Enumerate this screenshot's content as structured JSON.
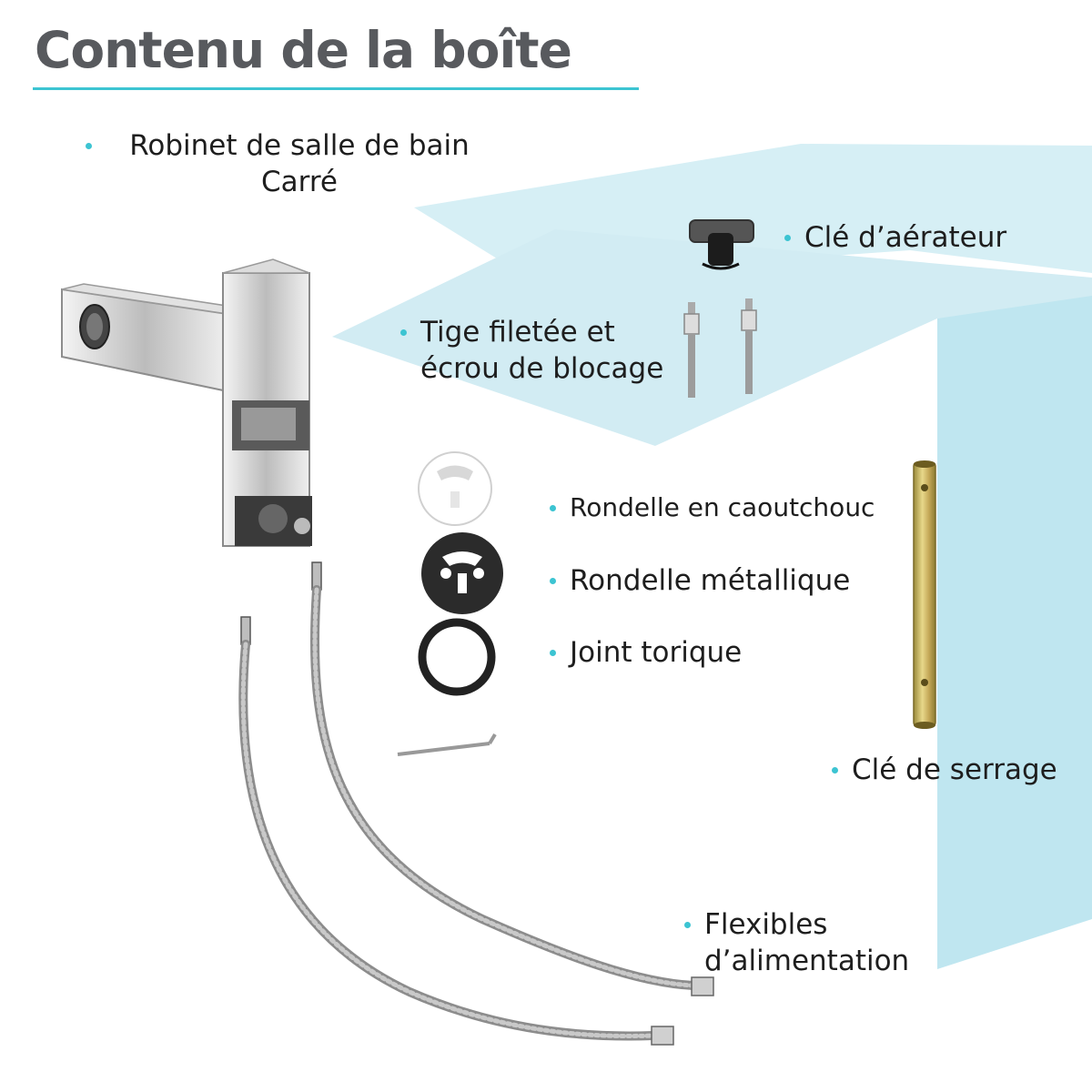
{
  "title": "Contenu de la boîte",
  "colors": {
    "accent": "#3cc4d2",
    "title": "#585a5e",
    "box_fill": "#d4eef4"
  },
  "items": {
    "faucet": {
      "line1": "Robinet de salle de bain",
      "line2": "Carré"
    },
    "aerator_key": {
      "label": "Clé d’aérateur"
    },
    "threaded_rod": {
      "line1": "Tige filetée et",
      "line2": "écrou de blocage"
    },
    "rubber_washer": {
      "label": "Rondelle en caoutchouc"
    },
    "metal_washer": {
      "label": "Rondelle métallique"
    },
    "o_ring": {
      "label": "Joint torique"
    },
    "tube_wrench": {
      "label": "Clé de serrage"
    },
    "hoses": {
      "line1": "Flexibles",
      "line2": "d’alimentation"
    }
  }
}
